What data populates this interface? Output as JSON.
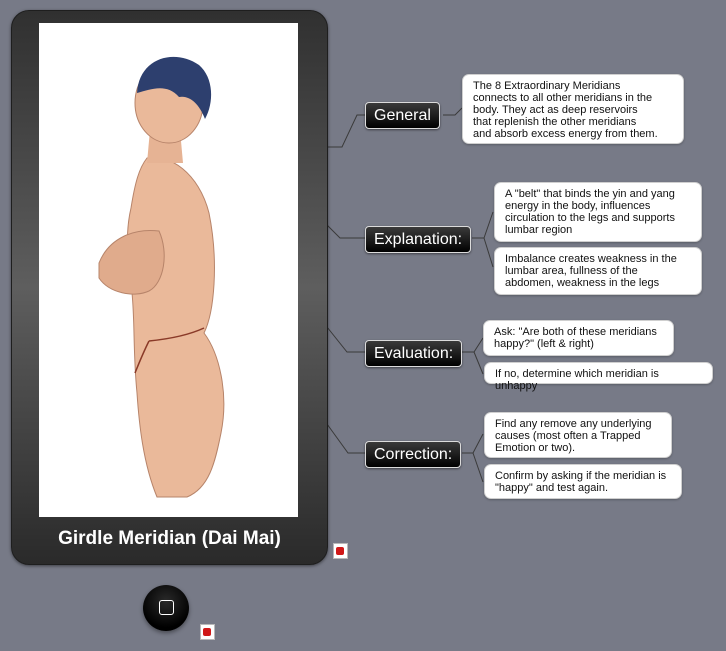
{
  "card": {
    "title": "Girdle Meridian (Dai Mai)"
  },
  "nodes": [
    {
      "label": "General",
      "notes": [
        "The 8 Extraordinary Meridians\nconnects to all other meridians in the\nbody. They act as deep reservoirs\nthat replenish the other meridians\nand absorb excess energy from them."
      ]
    },
    {
      "label": "Explanation:",
      "notes": [
        "A \"belt\" that binds the yin and yang\nenergy in the body, influences\ncirculation to the legs and supports\nlumbar region",
        "Imbalance creates weakness in the\nlumbar area, fullness of the\nabdomen, weakness in the legs"
      ]
    },
    {
      "label": "Evaluation:",
      "notes": [
        "Ask: \"Are both of these meridians\nhappy?\" (left & right)",
        "If no, determine which meridian is unhappy"
      ]
    },
    {
      "label": "Correction:",
      "notes": [
        "Find any remove any underlying\ncauses (most often a Trapped\nEmotion or two).",
        "Confirm by asking if the meridian is\n\"happy\" and test again."
      ]
    }
  ],
  "colors": {
    "background": "#777a87",
    "link": "#3a3a3a",
    "skin": "#eab99a",
    "hair": "#2d3f6e",
    "girdle": "#8a3a28"
  },
  "icons": [
    "home-square-icon",
    "note-icon"
  ]
}
